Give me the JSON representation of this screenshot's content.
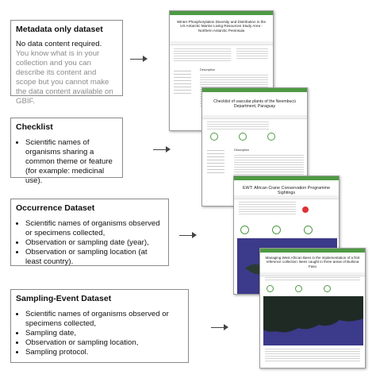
{
  "boxes": {
    "metadata": {
      "title": "Metadata only dataset",
      "line1": "No data content required.",
      "muted": "You know what is in your collection and you can describe its content and scope but you cannot make the data content available on GBIF."
    },
    "checklist": {
      "title": "Checklist",
      "items": [
        "Scientific names of organisms sharing a common theme or feature (for example: medicinal use)."
      ]
    },
    "occurrence": {
      "title": "Occurrence Dataset",
      "items": [
        "Scientific names of organisms observed or specimens collected,",
        "Observation or sampling date (year),",
        "Observation or sampling location (at least country)."
      ]
    },
    "sampling": {
      "title": "Sampling-Event Dataset",
      "items": [
        "Scientific names of organisms observed or specimens collected,",
        "Sampling date,",
        "Observation or sampling location,",
        "Sampling protocol."
      ]
    }
  },
  "screens": {
    "s1_title": "Winter Phosphorylation Diversity and Distribution in the US Antarctic Marine Living Resources Study Area - Northern Antarctic Peninsula",
    "s1_heading": "Description",
    "s2_title": "Checklist of vascular plants of the Neembucú Department, Paraguay",
    "s2_heading": "Description",
    "s3_title": "EWT: African Crane Conservation Programme Sightings",
    "s4_title": "Managing West African Bees in the implementation of a first reference collection: Bees caught in three areas of Burkina Faso"
  },
  "colors": {
    "accent": "#4e9a43",
    "map": "#3c3a8a",
    "land": "#1f2a25"
  }
}
